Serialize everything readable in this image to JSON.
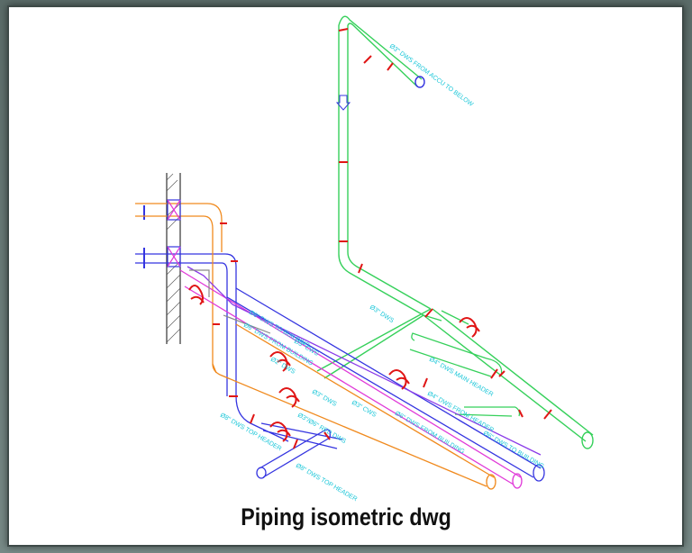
{
  "caption": "Piping isometric dwg",
  "labels": {
    "top_pipe": "Ø3\" DWS FROM ACCU TO BELOW",
    "dws_3_upper": "Ø3\" DWS",
    "dws_3_mid": "Ø3\" DWS",
    "header_tee": "Ø3\"/Ø6\" RED DWS",
    "header_6_left": "Ø6\" DWS TO BUILDING",
    "header_6_a": "Ø6\" DWS FROM BUILDING",
    "dws_2": "Ø2\" DWS",
    "return_header": "Ø4\" DWS FROM HEADER",
    "right_loop": "Ø4\" DWS MAIN HEADER",
    "header_a": "Ø6\" DWS FROM BUILDING",
    "header_b": "Ø6\" DWS TO BUILDING",
    "dws_8_top": "Ø8\" DWS TOP HEADER",
    "dws_8_bottom": "Ø8\" DWS TOP HEADER",
    "dws_cws": "Ø3\" CWS",
    "cws_small": "Ø3\" CWS"
  },
  "colors": {
    "sheet": "#ffffff",
    "frame": "#6f7f7c",
    "pipe_green": "#35d05a",
    "pipe_blue": "#3535e0",
    "pipe_orange": "#f08a1e",
    "pipe_magenta": "#e03ad8",
    "pipe_purple": "#8a3ae8",
    "pipe_grey": "#888888",
    "joint_red": "#e01515",
    "label_cyan": "#19c6d8",
    "wall_hatch": "#333333"
  },
  "icons": [
    "flow-arrow-icon",
    "valve-icon",
    "flange-icon",
    "wall-icon"
  ]
}
